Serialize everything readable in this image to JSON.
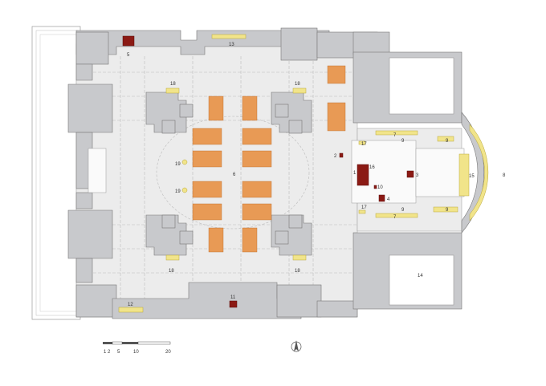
{
  "labels": {
    "l1": "1",
    "l2": "2",
    "l3": "3",
    "l4": "4",
    "l5": "5",
    "l6": "6",
    "l7a": "7",
    "l7b": "7",
    "l8": "8",
    "l9a": "9",
    "l9b": "9",
    "l9c": "9",
    "l9d": "9",
    "l10": "10",
    "l11": "11",
    "l12": "12",
    "l13": "13",
    "l14": "14",
    "l15": "15",
    "l16": "16",
    "l17a": "17",
    "l17b": "17",
    "l18a": "18",
    "l18b": "18",
    "l18c": "18",
    "l18d": "18",
    "l19a": "19",
    "l19b": "19"
  },
  "scale": {
    "ticks": [
      "1 2",
      "5",
      "10",
      "20"
    ]
  },
  "colors": {
    "wall": "#c8c9cc",
    "floor": "#ececec",
    "pew": "#e89a55",
    "accent_yellow": "#f1e48a",
    "accent_red": "#8b1a14"
  },
  "icons": {
    "north": "north-arrow-icon"
  }
}
